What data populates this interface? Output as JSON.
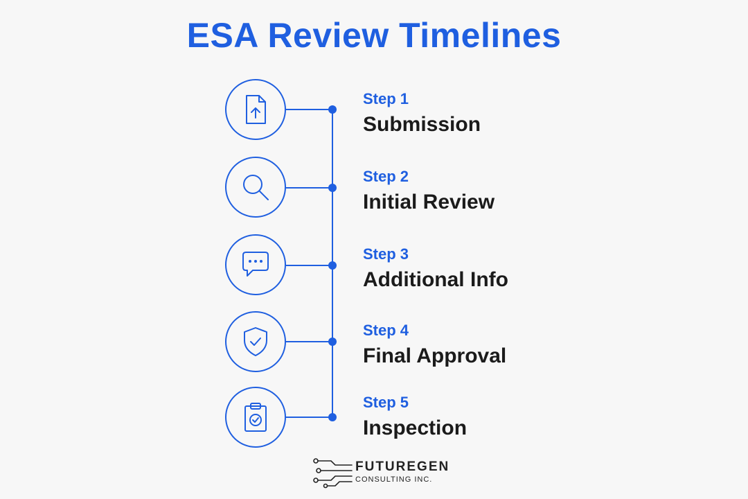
{
  "title": "ESA Review Timelines",
  "colors": {
    "accent": "#1f5fe0",
    "text": "#1b1b1b"
  },
  "steps": [
    {
      "label": "Step 1",
      "title": "Submission",
      "icon": "file-upload-icon"
    },
    {
      "label": "Step 2",
      "title": "Initial Review",
      "icon": "magnifier-icon"
    },
    {
      "label": "Step 3",
      "title": "Additional Info",
      "icon": "chat-bubble-icon"
    },
    {
      "label": "Step 4",
      "title": "Final Approval",
      "icon": "shield-check-icon"
    },
    {
      "label": "Step 5",
      "title": "Inspection",
      "icon": "clipboard-check-icon"
    }
  ],
  "logo": {
    "name": "FUTUREGEN",
    "subtitle": "CONSULTING INC."
  }
}
